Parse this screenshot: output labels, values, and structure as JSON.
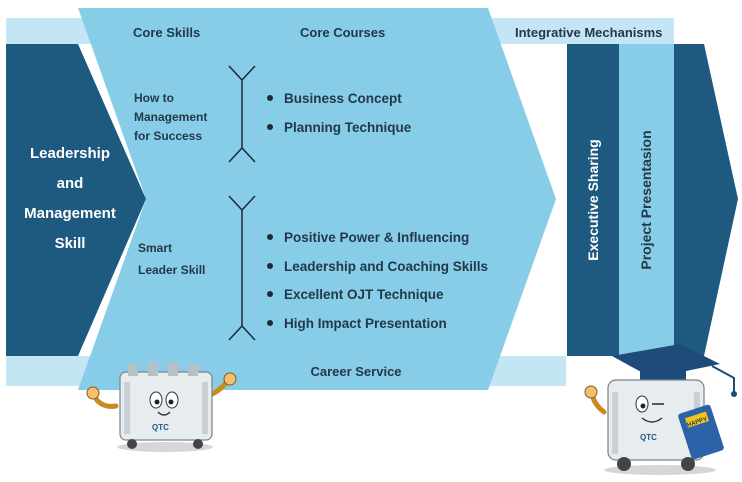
{
  "header": {
    "core_skills": "Core Skills",
    "core_courses": "Core Courses",
    "integrative": "Integrative Mechanisms"
  },
  "left_block": {
    "line1": "Leadership",
    "line2": "and",
    "line3": "Management",
    "line4": "Skill"
  },
  "groups": [
    {
      "skill_lines": [
        "How to",
        "Management",
        "for Success"
      ],
      "courses": [
        "Business Concept",
        "Planning Technique"
      ]
    },
    {
      "skill_lines": [
        "Smart",
        "Leader Skill"
      ],
      "courses": [
        "Positive Power & Influencing",
        "Leadership and Coaching Skills",
        "Excellent OJT Technique",
        "High Impact Presentation"
      ]
    }
  ],
  "footer": {
    "career_service": "Career Service"
  },
  "integrative_items": [
    "Executive Sharing",
    "Project Presentasion"
  ],
  "mascot": {
    "badge": "QTC",
    "book": "HAPPY"
  },
  "colors": {
    "dark_blue": "#1e5a80",
    "light_blue": "#87cde8",
    "pale_blue": "#c3e5f4",
    "text_dark": "#23384a",
    "white": "#ffffff"
  }
}
